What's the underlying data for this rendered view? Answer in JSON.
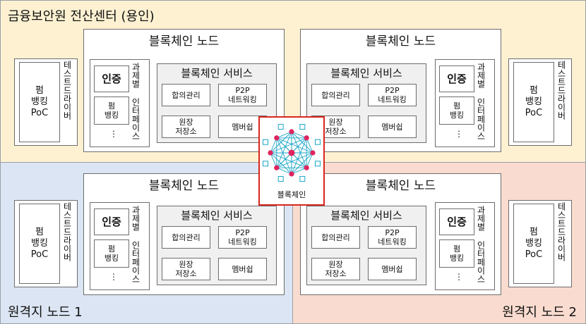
{
  "regions": {
    "top": {
      "label": "금융보안원 전산센터 (용인)",
      "color": "#fdf1d2"
    },
    "bottom_left": {
      "label": "원격지 노드 1",
      "color": "#dbe5f3"
    },
    "bottom_right": {
      "label": "원격지 노드 2",
      "color": "#f9dccf"
    }
  },
  "node": {
    "title": "블록체인 노드",
    "service_title": "블록체인 서비스",
    "consensus": "합의관리",
    "p2p": "P2P\n네트워킹",
    "storage": "원장\n저장소",
    "membership": "멤버쉽",
    "auth": "인증",
    "banking": "펌\n뱅킹",
    "ellipsis": "⋮",
    "interface": "과제별\n인터페이스"
  },
  "driver": {
    "poc": "펌\n뱅킹\nPoC",
    "test_driver": "테스트드라이버"
  },
  "hub": {
    "label": "블록체인",
    "icon": "blockchain-network-icon",
    "border": "#d9261c",
    "accent": "#1aa5c8",
    "node_color": "#e0245e"
  }
}
